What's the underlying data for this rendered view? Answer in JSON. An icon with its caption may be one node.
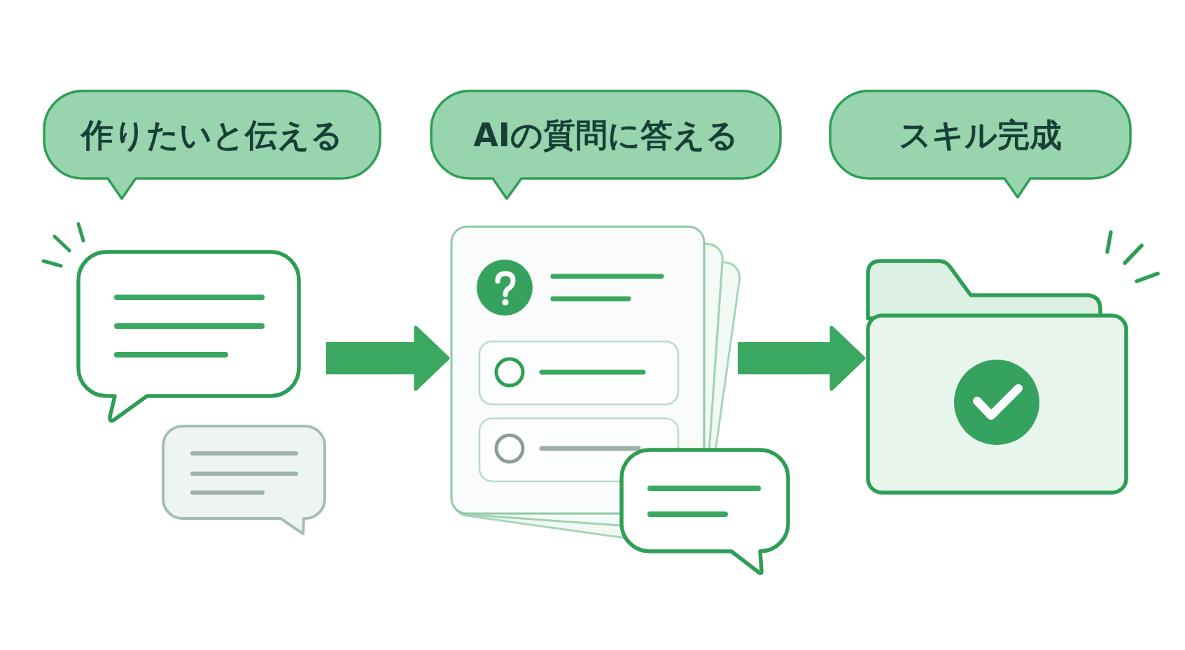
{
  "diagram": {
    "nodes": [
      {
        "text": [
          "作りたいと伝える"
        ]
      },
      {
        "text": [
          "AIの質問に答える"
        ]
      },
      {
        "text": [
          "スキル完成"
        ]
      },
      {
        "text": [],
        "shape": "picture"
      },
      {
        "text": [],
        "shape": "picture"
      },
      {
        "text": [],
        "shape": "picture"
      }
    ],
    "edges": [
      {
        "from": 3,
        "to": 4,
        "arrow": "to"
      },
      {
        "from": 4,
        "to": 5,
        "arrow": "to"
      }
    ]
  }
}
